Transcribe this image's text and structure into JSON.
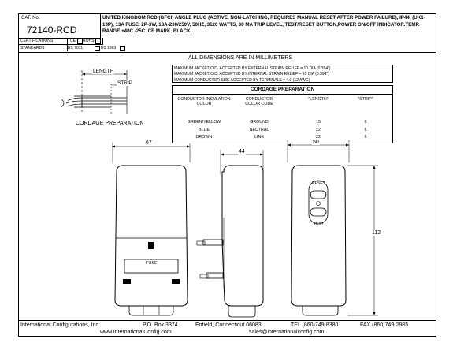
{
  "header": {
    "cat_label": "CAT. No.",
    "cat_number": "72140-RCD",
    "description": "UNITED KINGDOM RCD (GFCI) ANGLE PLUG (ACTIVE, NON-LATCHING, REQUIRES MANUAL RESET AFTER POWER FAILURE), IP44, (UK1-13P), 13A FUSE, 2P-3W, 13A-230/250V, 50HZ, 3120 WATTS, 30 mA TRIP LEVEL, TEST/RESET BUTTON,POWER ON/OFF INDICATOR.TEMP. RANGE +40C -25C. CE MARK. BLACK.",
    "certifications_label": "CERTIFICATIONS",
    "cert_values": [
      "CE",
      "ROHS"
    ],
    "standards_label": "STANDARDS",
    "std_values": [
      "BS 7071",
      "BS 1363"
    ]
  },
  "notice": "ALL DIMENSIONS ARE IN MILLIMETERS",
  "specs": [
    "MAXIMUM JACKET O.D. ACCEPTED BY EXTERNAL STRAIN RELIEF = 10 DIA (0.394\")",
    "MAXIMUM JACKET O.D. ACCEPTED BY INTERNAL STRAIN RELIEF = 10 DIA (0.394\")",
    "MAXIMUM CONDUCTOR SIZE ACCEPTED BY TERMINALS = 4.0 (12 AWG)"
  ],
  "cordage": {
    "caption": "CORDAGE PREPARATION",
    "headers": [
      "CONDUCTOR INSULATION COLOR",
      "CONDUCTOR COLOR CODE",
      "\"LENGTH\"",
      "\"STRIP\""
    ],
    "rows": [
      [
        "GREEN/YELLOW",
        "GROUND",
        "15",
        "6"
      ],
      [
        "BLUE",
        "NEUTRAL",
        "22",
        "6"
      ],
      [
        "BROWN",
        "LINE",
        "22",
        "6"
      ]
    ],
    "drawing_label": "CORDAGE PREPARATION",
    "length_label": "LENGTH",
    "strip_label": "STRIP"
  },
  "dimensions": {
    "width_total": "67",
    "depth": "44",
    "side_width": "50",
    "height": "112"
  },
  "device_labels": {
    "fuse": "FUSE",
    "reset": "RESET",
    "test": "TEST"
  },
  "footer": {
    "company": "International Configurations, Inc.",
    "po_box": "P.O. Box 3374",
    "city": "Enfield, Connecticut 06083",
    "tel": "TEL (860)749-8380",
    "fax": "FAX (860)749-2985",
    "web": "www.InternationalConfig.com",
    "email": "sales@internationalconfig.com"
  }
}
